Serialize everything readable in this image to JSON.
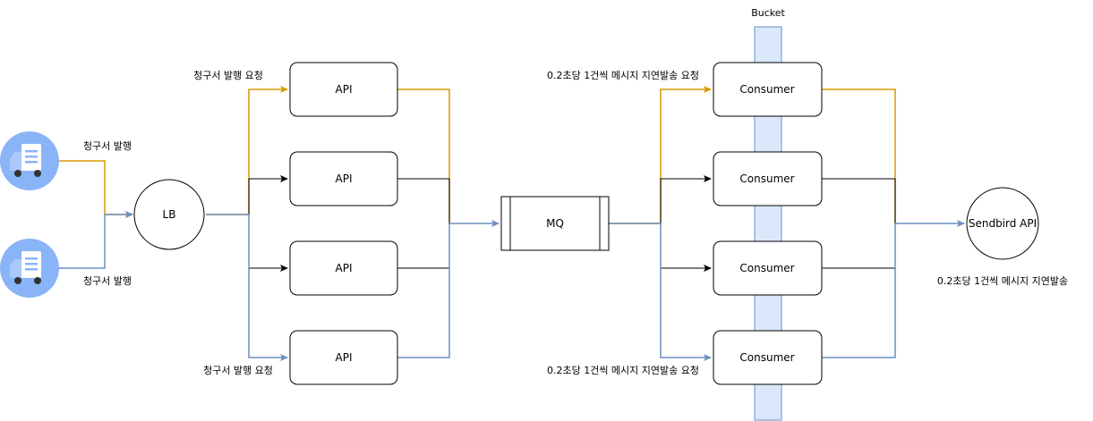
{
  "bucket_label": "Bucket",
  "nodes": {
    "lb": "LB",
    "api": [
      "API",
      "API",
      "API",
      "API"
    ],
    "mq": "MQ",
    "consumer": [
      "Consumer",
      "Consumer",
      "Consumer",
      "Consumer"
    ],
    "sendbird": "Sendbird API"
  },
  "labels": {
    "client_top": "청구서 발행",
    "client_bottom": "청구서 발행",
    "api_request_top": "청구서 발행 요청",
    "api_request_bottom": "청구서 발행 요청",
    "consumer_request_top": "0.2초당 1건씩 메시지 지연발송 요청",
    "consumer_request_bottom": "0.2초당 1건씩 메시지 지연발송 요청",
    "sendbird_note": "0.2초당 1건씩 메시지 지연발송"
  },
  "colors": {
    "orange": "#d79b00",
    "blue": "#6c8ebf",
    "black": "#000000",
    "bucket_fill": "#dae8fc",
    "bucket_stroke": "#6c8ebf",
    "truck": "#8ab4f8"
  }
}
